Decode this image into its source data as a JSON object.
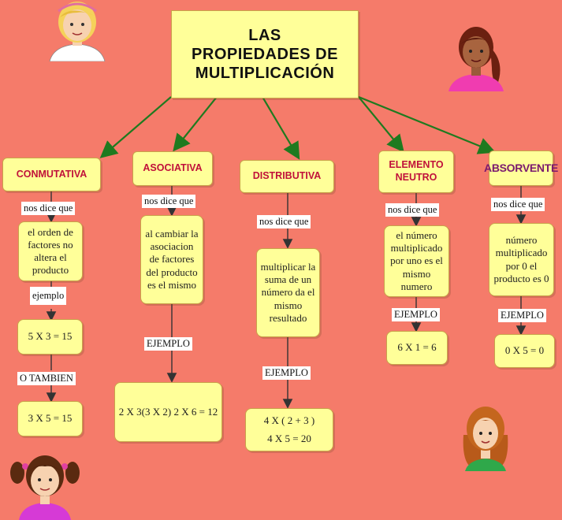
{
  "title": {
    "line1": "LAS",
    "line2": "PROPIEDADES DE",
    "line3": "MULTIPLICACIÓN"
  },
  "colors": {
    "background": "#f57b6a",
    "box": "#ffff99",
    "category_text": "#c0103a",
    "arrow": "#1f7a1f"
  },
  "branches": [
    {
      "name": "CONMUTATIVA",
      "link1": "nos dice que",
      "desc": "el orden de factores no altera el producto",
      "link2": "ejemplo",
      "example1": "5 X 3 = 15",
      "link3": "O TAMBIEN",
      "example2": "3 X 5 = 15"
    },
    {
      "name": "ASOCIATIVA",
      "link1": "nos dice que",
      "desc": "al cambiar la asociacion de factores del producto es el mismo",
      "link2": "EJEMPLO",
      "example1": "2 X 3(3 X 2)  2 X 6 = 12"
    },
    {
      "name": "DISTRIBUTIVA",
      "link1": "nos dice que",
      "desc": "multiplicar la suma de un número da el mismo resultado",
      "link2": "EJEMPLO",
      "example1a": "4 X ( 2 + 3 )",
      "example1b": "4 X 5 = 20"
    },
    {
      "name": "ELEMENTO NEUTRO",
      "link1": "nos dice que",
      "desc": "el número multiplicado por uno es el mismo numero",
      "link2": "EJEMPLO",
      "example1": "6 X 1 = 6"
    },
    {
      "name": "ABSORVENTE",
      "link1": "nos dice que",
      "desc": "número multiplicado por 0 el producto es 0",
      "link2": "EJEMPLO",
      "example1": "0 X 5 = 0"
    }
  ],
  "decorations": [
    "girl-blonde-icon",
    "girl-dark-icon",
    "girl-pigtails-icon",
    "girl-redhead-icon"
  ]
}
